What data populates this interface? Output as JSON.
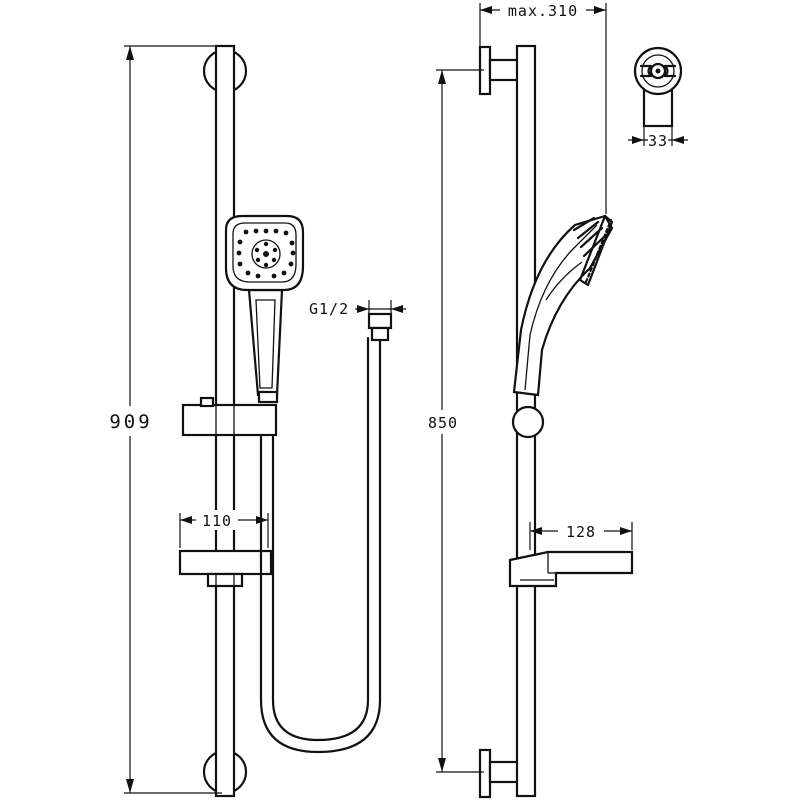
{
  "dimensions": {
    "overall_height": "909",
    "rail_length": "850",
    "projection": "max.310",
    "rail_diameter": "33",
    "hose_connection": "G1/2",
    "holder_depth": "110",
    "shelf_depth": "128"
  }
}
